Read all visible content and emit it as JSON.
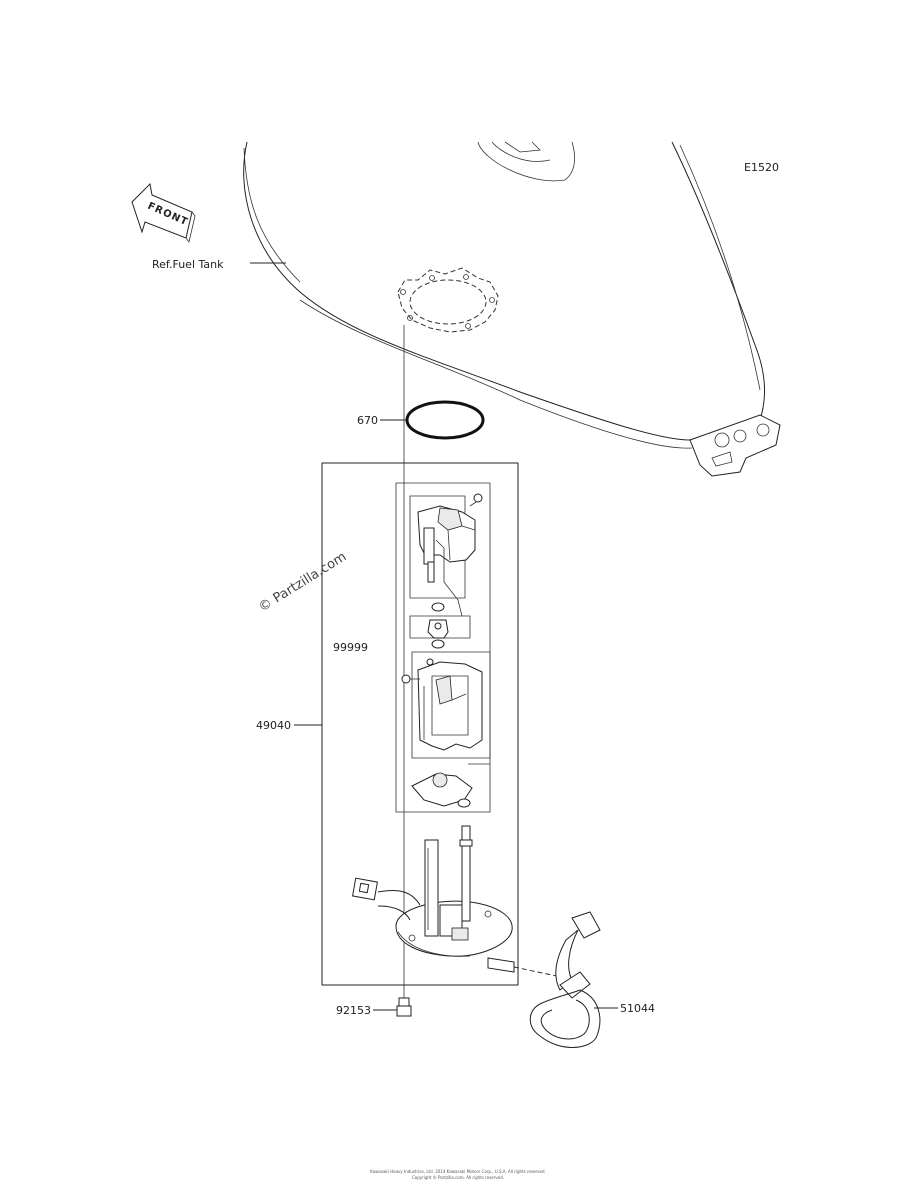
{
  "diagram": {
    "code": "E1520",
    "front_label": "FRONT",
    "ref_label": "Ref.Fuel Tank",
    "watermark": "© Partzilla.com",
    "parts": [
      {
        "number": "670"
      },
      {
        "number": "99999"
      },
      {
        "number": "49040"
      },
      {
        "number": "92153"
      },
      {
        "number": "51044"
      }
    ],
    "footer": {
      "line1": "Kawasaki Heavy Industries, Ltd. 2014 Kawasaki Motors Corp., U.S.A. All rights reserved.",
      "line2": "Copyright © Partzilla.com. All rights reserved."
    }
  }
}
